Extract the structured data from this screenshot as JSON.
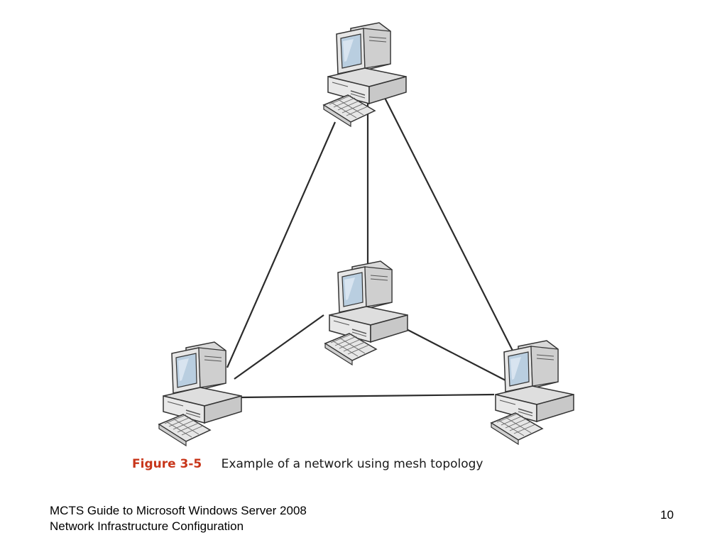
{
  "figure": {
    "label": "Figure 3-5",
    "caption": "Example of a network using mesh topology"
  },
  "diagram": {
    "nodes": [
      {
        "id": "top",
        "icon": "workstation-icon"
      },
      {
        "id": "center",
        "icon": "workstation-icon"
      },
      {
        "id": "bottom-left",
        "icon": "workstation-icon"
      },
      {
        "id": "bottom-right",
        "icon": "workstation-icon"
      }
    ],
    "links": [
      [
        "top",
        "center"
      ],
      [
        "top",
        "bottom-left"
      ],
      [
        "top",
        "bottom-right"
      ],
      [
        "center",
        "bottom-left"
      ],
      [
        "center",
        "bottom-right"
      ],
      [
        "bottom-left",
        "bottom-right"
      ]
    ]
  },
  "footer": {
    "line1": "MCTS Guide to Microsoft Windows Server 2008",
    "line2": "Network Infrastructure Configuration",
    "page_number": "10"
  },
  "colors": {
    "figure_label": "#c8361a",
    "link": "#2b2b2b",
    "screen": "#b9cee0"
  }
}
